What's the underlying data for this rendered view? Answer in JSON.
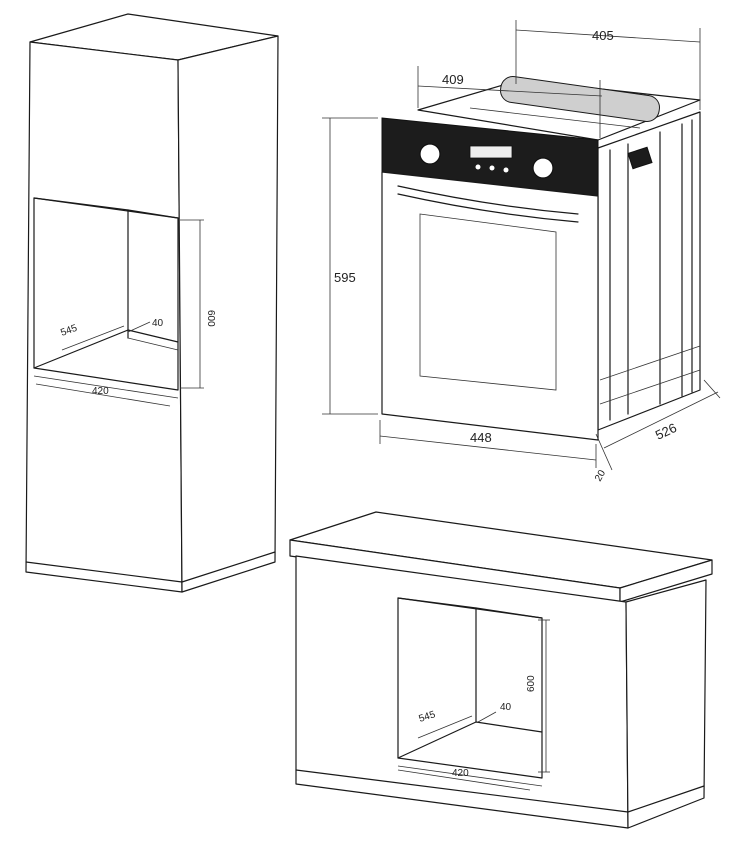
{
  "tall_cabinet": {
    "depth": "545",
    "gap": "40",
    "height": "600",
    "width": "420"
  },
  "oven": {
    "top_width": "405",
    "top_depth": "409",
    "height": "595",
    "width": "448",
    "depth": "526",
    "front": "20"
  },
  "base_cabinet": {
    "depth": "545",
    "gap": "40",
    "height": "600",
    "width": "420"
  }
}
